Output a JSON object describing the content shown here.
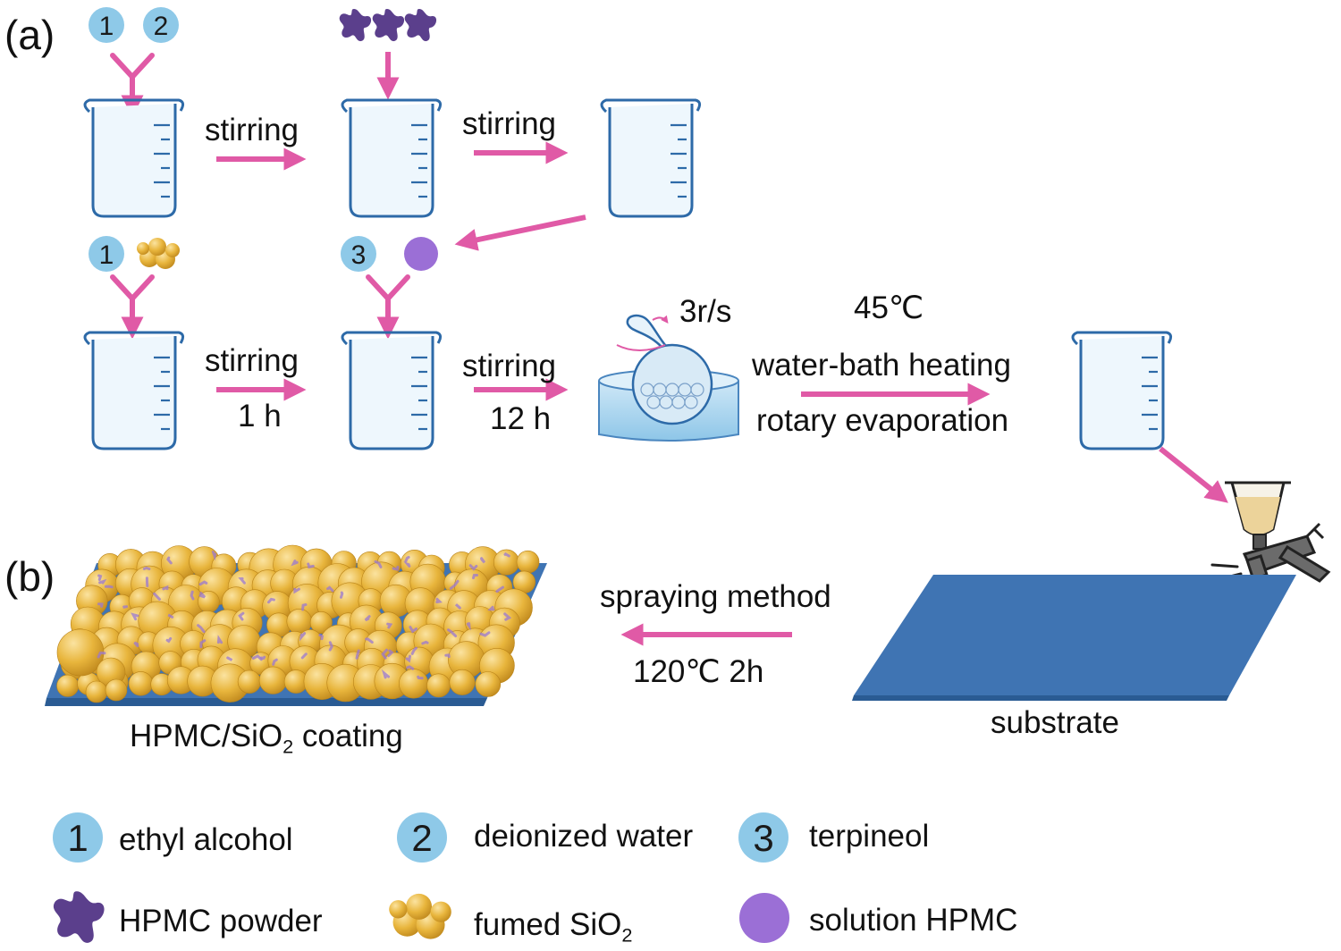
{
  "panels": {
    "a": "(a)",
    "b": "(b)"
  },
  "badges": {
    "n1": "1",
    "n2": "2",
    "n3": "3"
  },
  "steps": {
    "stir_1": "stirring",
    "stir_2": "stirring",
    "stir_3": "stirring",
    "stir_3_time": "1 h",
    "stir_4": "stirring",
    "stir_4_time": "12 h",
    "rotation_speed": "3r/s",
    "temperature": "45℃",
    "water_bath": "water-bath heating",
    "rotary": "rotary evaporation",
    "spraying": "spraying method",
    "cure": "120℃  2h"
  },
  "labels": {
    "substrate": "substrate",
    "coating_main": "HPMC/SiO",
    "coating_sub": "2",
    "coating_tail": " coating"
  },
  "legend": {
    "ethyl": "ethyl alcohol",
    "water": "deionized water",
    "terpineol": "terpineol",
    "hpmc_powder": "HPMC powder",
    "fumed_main": "fumed SiO",
    "fumed_sub": "2",
    "solution": "solution  HPMC"
  },
  "colors": {
    "arrow": "#e05aa6",
    "badge": "#8ec9e8",
    "water": "#86c7ea",
    "hpmc": "#5b3f8c",
    "solution": "#9b6fd6",
    "silica": "#e8b53c",
    "substrate": "#3f74b3",
    "slurry": "#ecd39a"
  }
}
